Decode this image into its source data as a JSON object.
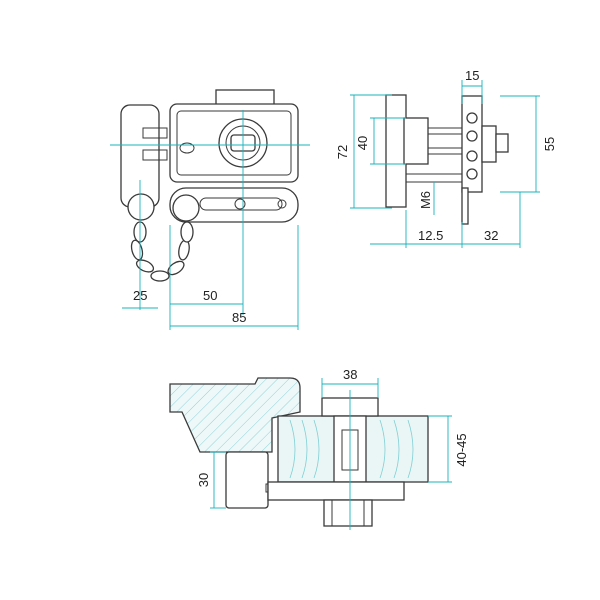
{
  "dimensions": {
    "front_chain_width": "25",
    "front_chain_offset": "50",
    "front_total_width": "85",
    "side_top_width": "15",
    "side_height_outer": "72",
    "side_height_inner": "40",
    "side_plate_height": "55",
    "side_thread": "M6",
    "side_left_depth": "12.5",
    "side_right_depth": "32",
    "install_width": "38",
    "install_door_thickness": "40-45",
    "install_keeper_height": "30"
  },
  "colors": {
    "dimension_line": "#18b3bd",
    "outline": "#3a3a3a",
    "wood_fill": "#eaf6f6"
  }
}
